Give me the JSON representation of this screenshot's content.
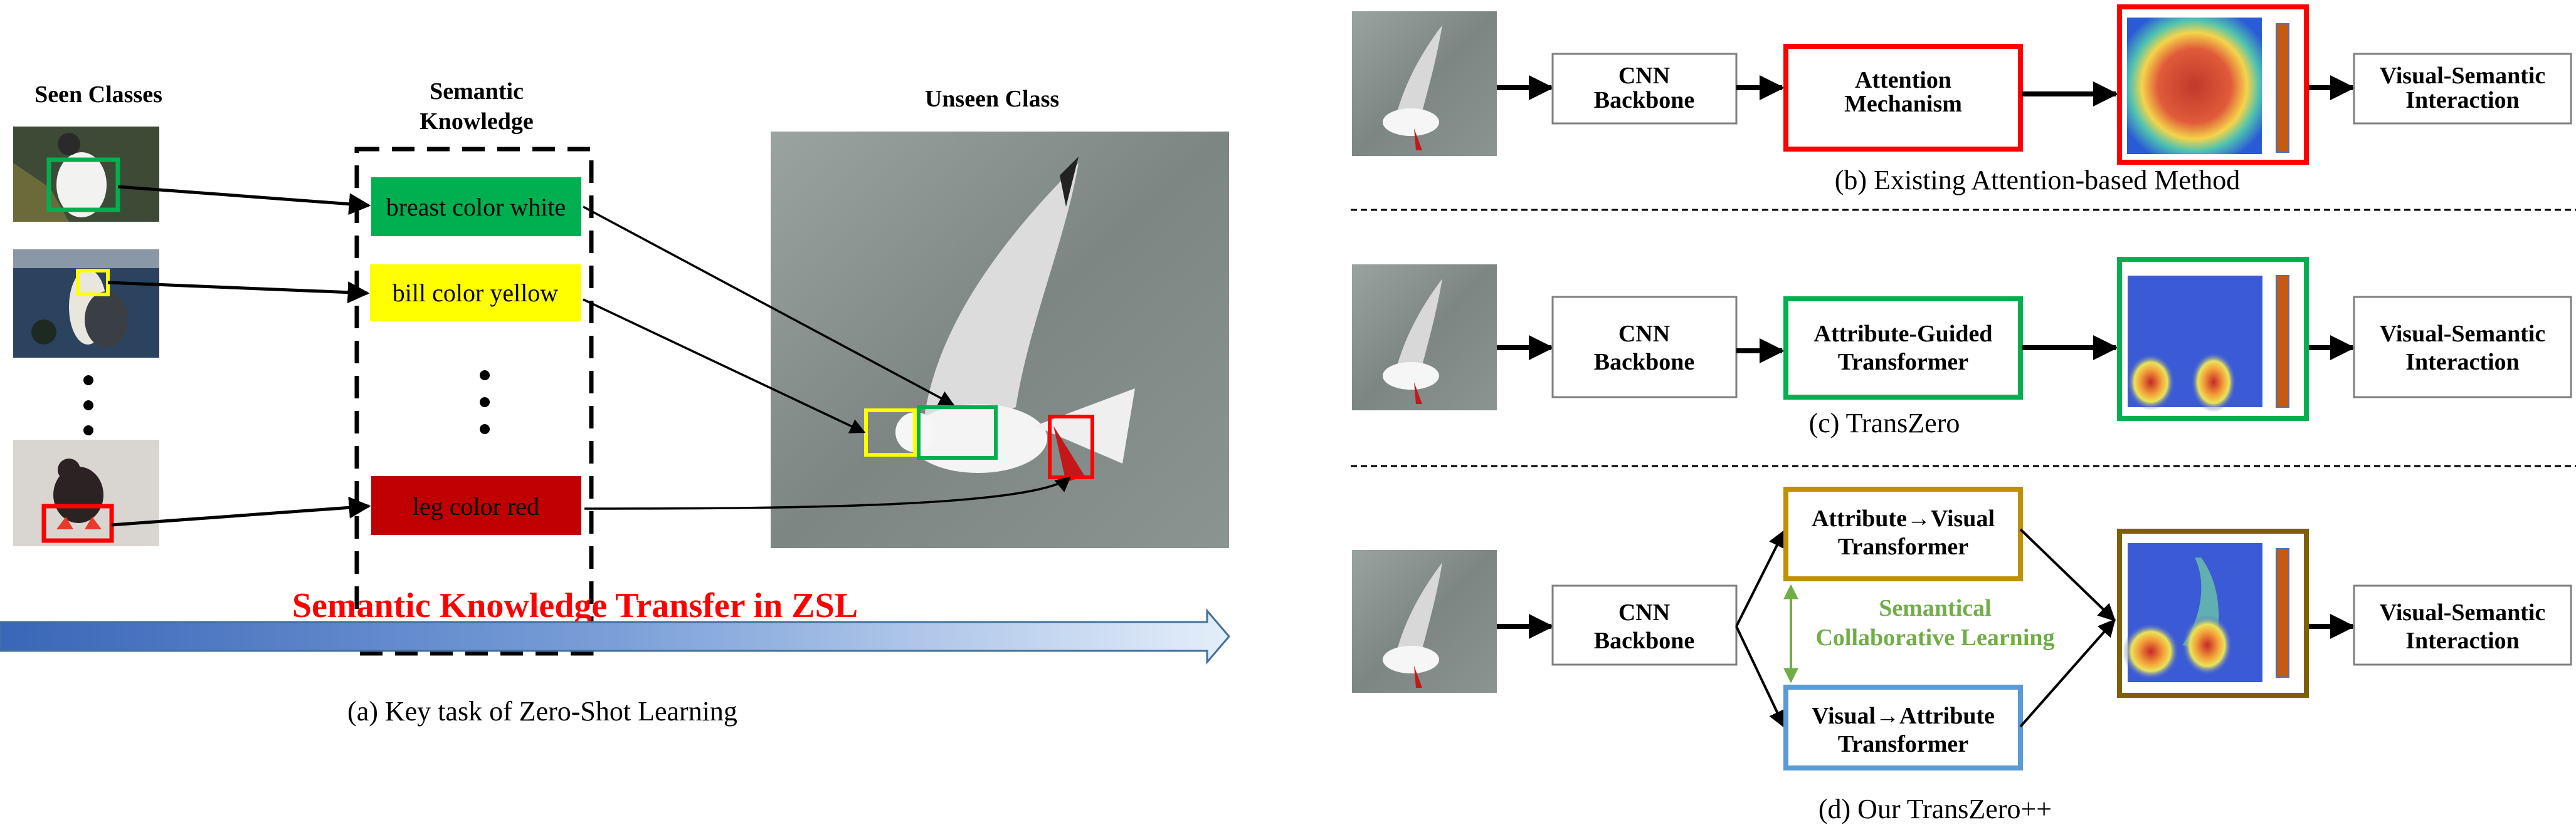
{
  "panel_a": {
    "seen_title": "Seen Classes",
    "semantic_title_line1": "Semantic",
    "semantic_title_line2": "Knowledge",
    "unseen_title": "Unseen Class",
    "attributes": [
      {
        "label": "breast color white",
        "color": "#00b050"
      },
      {
        "label": "bill color yellow",
        "color": "#ffff00"
      },
      {
        "label": "leg color red",
        "color": "#c00000"
      }
    ],
    "seen_images": [
      {
        "desc": "auklet-bird",
        "highlight_color": "#00b050"
      },
      {
        "desc": "gull-bird",
        "highlight_color": "#ffff00"
      },
      {
        "desc": "guillemot-bird",
        "highlight_color": "#ff0000"
      }
    ],
    "transfer_label": "Semantic Knowledge Transfer in ZSL",
    "transfer_color": "#ff0000",
    "caption": "(a)  Key task of Zero-Shot Learning"
  },
  "panel_b": {
    "cnn_line1": "CNN",
    "cnn_line2": "Backbone",
    "module_line1": "Attention",
    "module_line2": "Mechanism",
    "module_color": "#ff0000",
    "vs_line1": "Visual-Semantic",
    "vs_line2": "Interaction",
    "caption": "(b)  Existing Attention-based Method"
  },
  "panel_c": {
    "cnn_line1": "CNN",
    "cnn_line2": "Backbone",
    "module_line1": "Attribute-Guided",
    "module_line2": "Transformer",
    "module_color": "#00b050",
    "vs_line1": "Visual-Semantic",
    "vs_line2": "Interaction",
    "caption": "(c)  TransZero"
  },
  "panel_d": {
    "cnn_line1": "CNN",
    "cnn_line2": "Backbone",
    "av_line1": "Attribute→Visual",
    "av_line2": "Transformer",
    "av_color": "#bf9000",
    "va_line1": "Visual→Attribute",
    "va_line2": "Transformer",
    "va_color": "#5b9bd5",
    "scl_line1": "Semantical",
    "scl_line2": "Collaborative Learning",
    "scl_color": "#70ad47",
    "heatmap_frame_color": "#7f6000",
    "vs_line1": "Visual-Semantic",
    "vs_line2": "Interaction",
    "caption": "(d)  Our TransZero++"
  }
}
